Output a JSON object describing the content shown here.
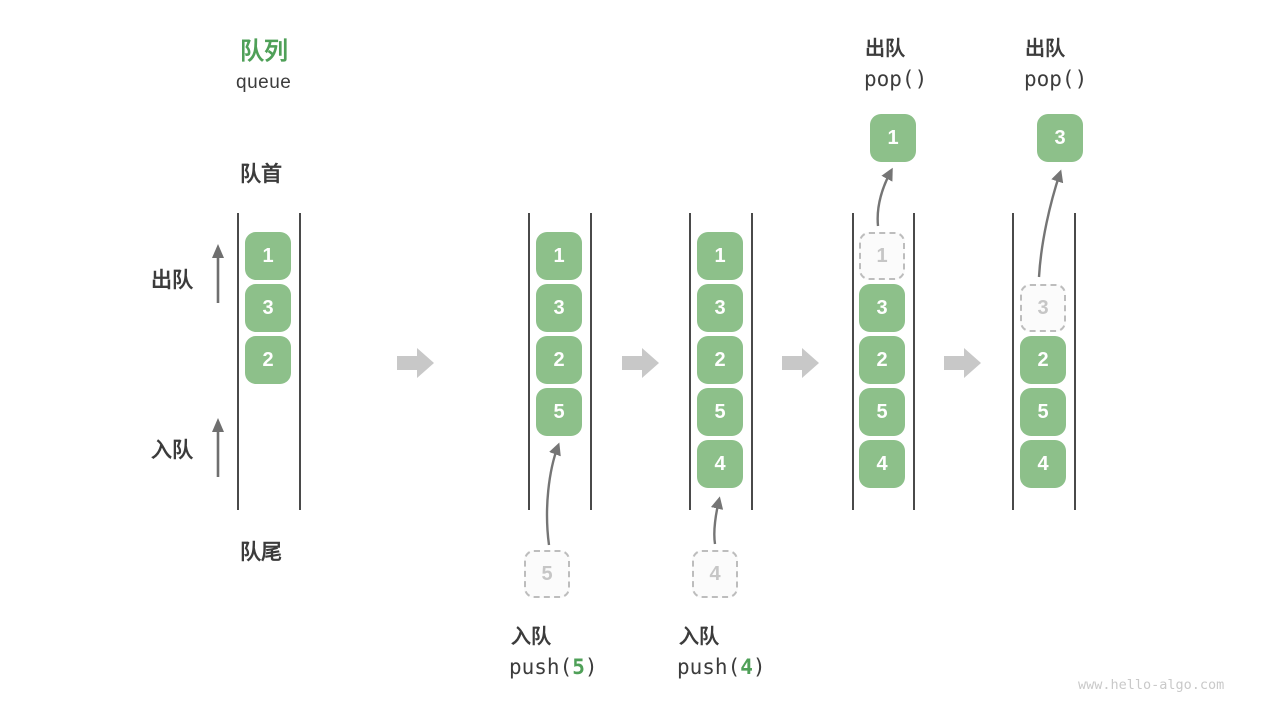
{
  "title": {
    "zh": "队列",
    "en": "queue"
  },
  "side_labels": {
    "front": "队首",
    "rear": "队尾",
    "dequeue": "出队",
    "enqueue": "入队"
  },
  "pop_ops": [
    {
      "title": "出队",
      "code": "pop()",
      "value": "1"
    },
    {
      "title": "出队",
      "code": "pop()",
      "value": "3"
    }
  ],
  "push_ops": [
    {
      "title": "入队",
      "code_open": "push(",
      "arg": "5",
      "code_close": ")",
      "value": "5"
    },
    {
      "title": "入队",
      "code_open": "push(",
      "arg": "4",
      "code_close": ")",
      "value": "4"
    }
  ],
  "columns": [
    {
      "cells": [
        {
          "value": "1"
        },
        {
          "value": "3"
        },
        {
          "value": "2"
        }
      ]
    },
    {
      "cells": [
        {
          "value": "1"
        },
        {
          "value": "3"
        },
        {
          "value": "2"
        },
        {
          "value": "5"
        }
      ]
    },
    {
      "cells": [
        {
          "value": "1"
        },
        {
          "value": "3"
        },
        {
          "value": "2"
        },
        {
          "value": "5"
        },
        {
          "value": "4"
        }
      ]
    },
    {
      "cells": [
        {
          "value": "1",
          "ghost": true
        },
        {
          "value": "3"
        },
        {
          "value": "2"
        },
        {
          "value": "5"
        },
        {
          "value": "4"
        }
      ]
    },
    {
      "cells": [
        {
          "value": "3",
          "ghost": true
        },
        {
          "value": "2"
        },
        {
          "value": "5"
        },
        {
          "value": "4"
        }
      ]
    }
  ],
  "watermark": "www.hello-algo.com",
  "colors": {
    "cell_green": "#8dc08a",
    "accent_green": "#4fa058",
    "arrow_gray": "#757575",
    "block_arrow_gray": "#c8c8c8",
    "ghost_border_gray": "#bdbdbd",
    "ghost_text_gray": "#c6c6c6",
    "text_dark": "#3c3c3c",
    "wall_gray": "#4a4a4a",
    "watermark_gray": "#c9c9c9"
  }
}
